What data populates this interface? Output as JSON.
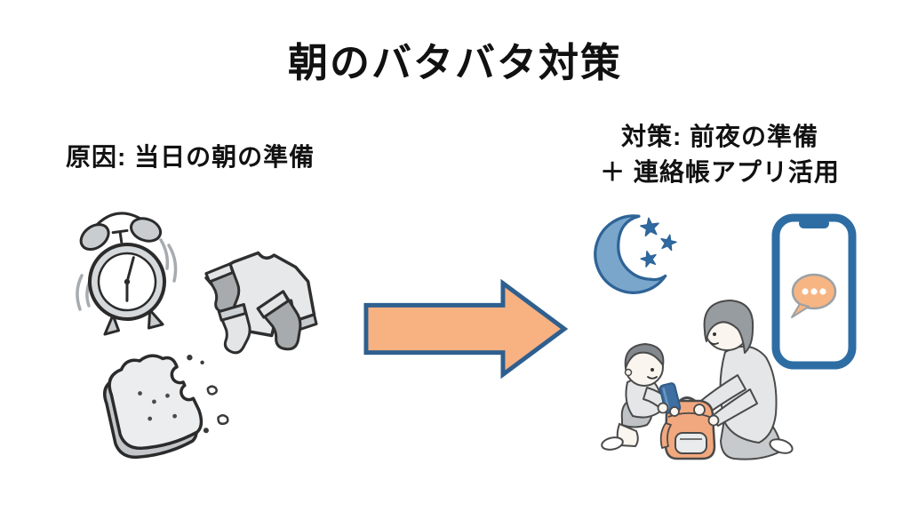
{
  "slide": {
    "title": "朝のバタバタ対策",
    "cause": {
      "label": "原因: 当日の朝の準備",
      "illustrations": [
        "alarm-clock",
        "scattered-clothes-and-socks",
        "bitten-bread"
      ]
    },
    "arrow": {
      "direction": "right"
    },
    "solution": {
      "label_line1": "対策: 前夜の準備",
      "label_line2": "＋ 連絡帳アプリ活用",
      "illustrations": [
        "crescent-moon-with-stars",
        "smartphone-chat-app",
        "parent-and-child-packing-backpack"
      ]
    }
  },
  "colors": {
    "background": "#FFFFFF",
    "text": "#111111",
    "arrow-fill": "#F8B181",
    "arrow-stroke": "#2E5F8F",
    "moon-fill": "#7AA6CC",
    "moon-stroke": "#2E6397",
    "star-fill": "#2F6BA3",
    "phone-frame": "#2E6DA4",
    "bubble-fill": "#F6B583",
    "backpack-fill": "#F2A87E",
    "cup-fill": "#3E6FA3"
  }
}
